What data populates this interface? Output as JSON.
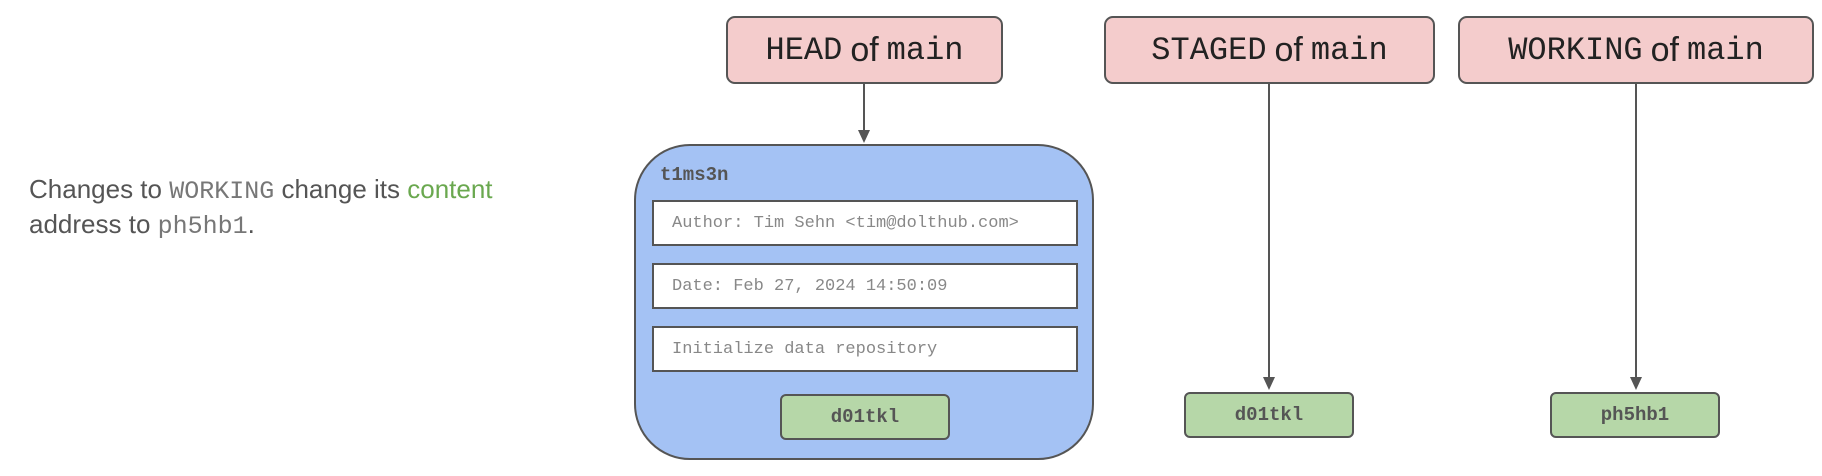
{
  "caption": {
    "part1": "Changes to ",
    "working": "WORKING",
    "part2": " change its ",
    "content": "content",
    "part3": " address to ",
    "address": "ph5hb1",
    "part4": "."
  },
  "refs": [
    {
      "name": "HEAD",
      "of": "of",
      "branch": "main"
    },
    {
      "name": "STAGED",
      "of": "of",
      "branch": "main"
    },
    {
      "name": "WORKING",
      "of": "of",
      "branch": "main"
    }
  ],
  "commit": {
    "id": "t1ms3n",
    "author": "Author: Tim Sehn <tim@dolthub.com>",
    "date": "Date: Feb 27, 2024 14:50:09",
    "message": "Initialize data repository",
    "hash": "d01tkl"
  },
  "staged_hash": "d01tkl",
  "working_hash": "ph5hb1",
  "colors": {
    "ref_fill": "#f4cccc",
    "commit_fill": "#a4c2f4",
    "hash_fill": "#b6d7a8",
    "highlight": "#6aa84f",
    "stroke": "#555555"
  }
}
